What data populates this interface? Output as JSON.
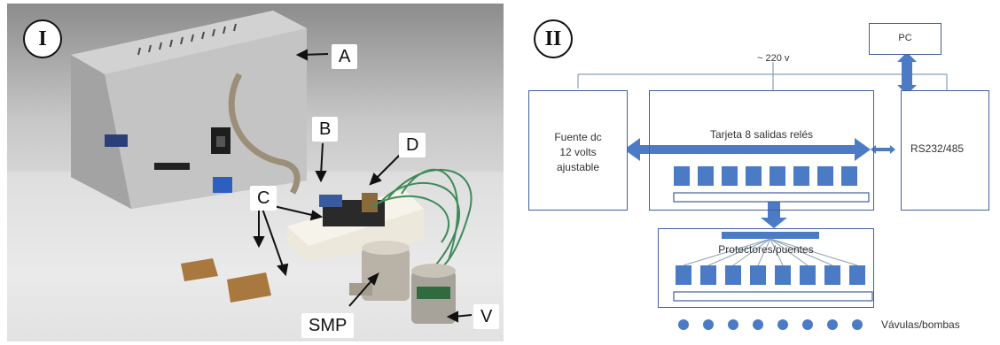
{
  "panel_photo": {
    "roman_label": "I",
    "callouts": [
      "A",
      "B",
      "C",
      "D",
      "SMP",
      "V"
    ]
  },
  "panel_diagram": {
    "roman_label": "II",
    "supply_label": "~ 220 v",
    "pc_label": "PC",
    "psu_label": [
      "Fuente dc",
      "12 volts",
      "ajustable"
    ],
    "relay_card_label": "Tarjeta 8 salidas relés",
    "interface_label": "RS232/485",
    "protectors_label": "Protectores/puentes",
    "outputs_label": "Vávulas/bombas",
    "relay_count": 8
  },
  "colors": {
    "box_border": "#44609a",
    "block_fill": "#4a7bc4",
    "arrow_fill": "#4a7bc4",
    "line_gray": "#8aa0b4"
  }
}
